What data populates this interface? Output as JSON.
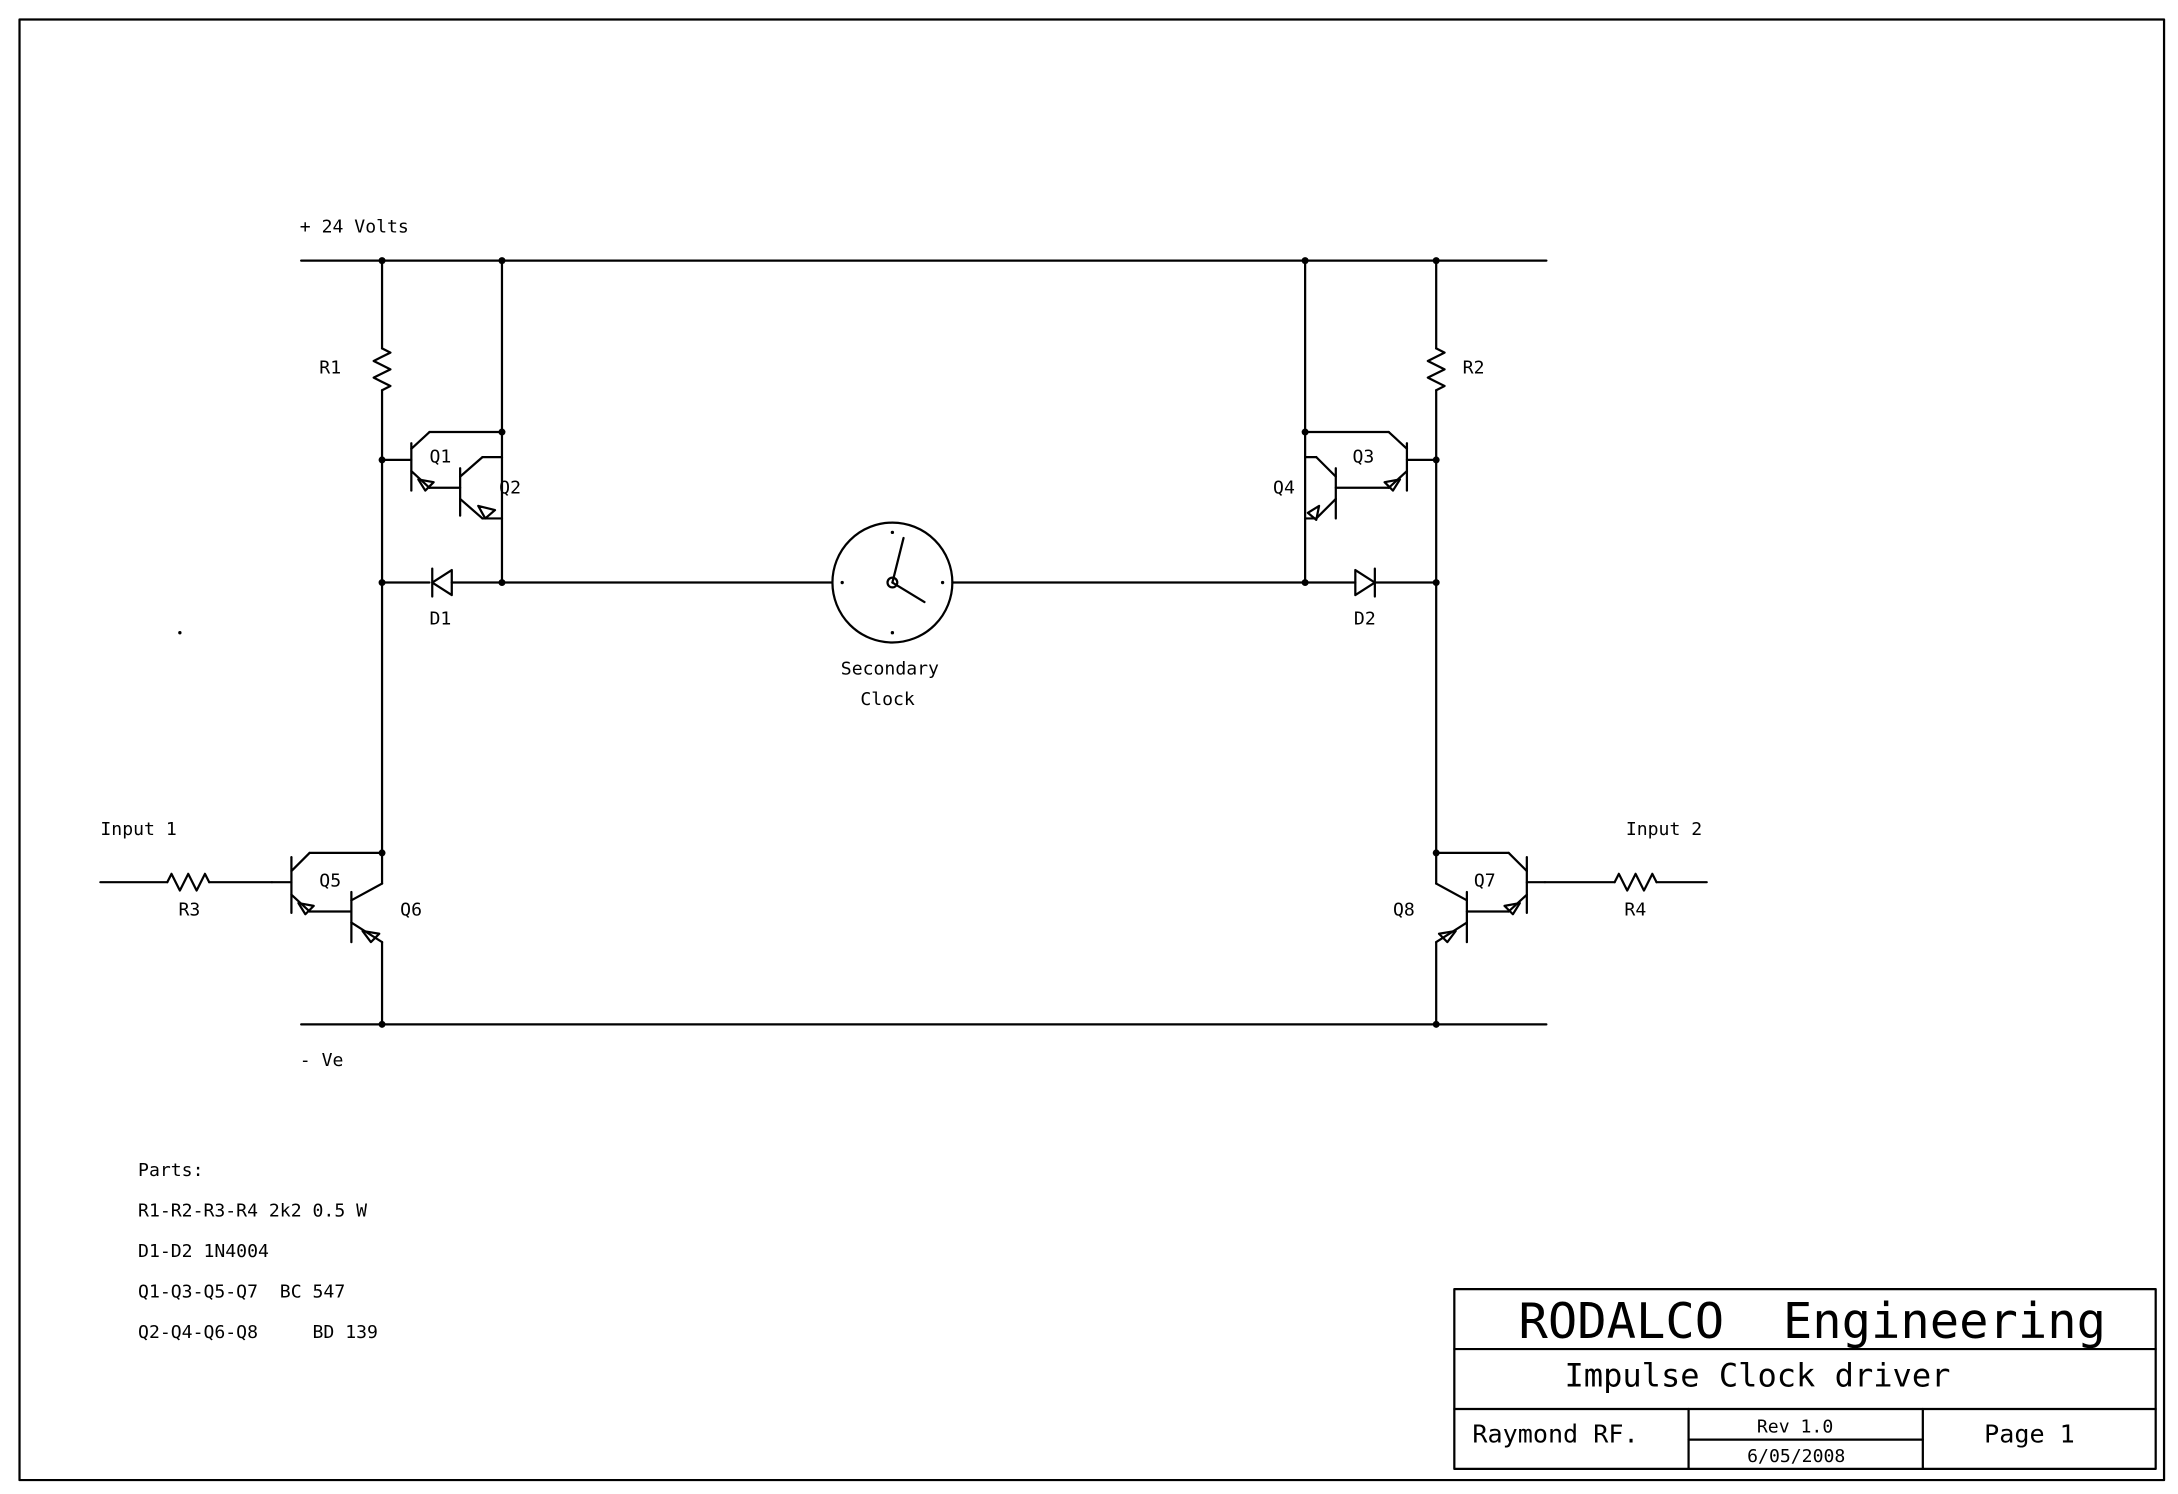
{
  "rails": {
    "positive": "+ 24 Volts",
    "negative": "- Ve"
  },
  "components": {
    "r1": "R1",
    "r2": "R2",
    "r3": "R3",
    "r4": "R4",
    "q1": "Q1",
    "q2": "Q2",
    "q3": "Q3",
    "q4": "Q4",
    "q5": "Q5",
    "q6": "Q6",
    "q7": "Q7",
    "q8": "Q8",
    "d1": "D1",
    "d2": "D2"
  },
  "inputs": {
    "input1": "Input 1",
    "input2": "Input 2"
  },
  "clock": {
    "line1": "Secondary",
    "line2": "Clock"
  },
  "parts": {
    "heading": "Parts:",
    "items": [
      "R1-R2-R3-R4  2k2 0.5 W",
      "D1-D2  1N4004",
      "Q1-Q3-Q5-Q7  BC 547",
      "Q2-Q4-Q6-Q8     BD 139"
    ]
  },
  "title_block": {
    "company": "RODALCO  Engineering",
    "title": "Impulse Clock driver",
    "author": "Raymond RF.",
    "revision": "Rev 1.0",
    "date": "6/05/2008",
    "page": "Page 1"
  }
}
